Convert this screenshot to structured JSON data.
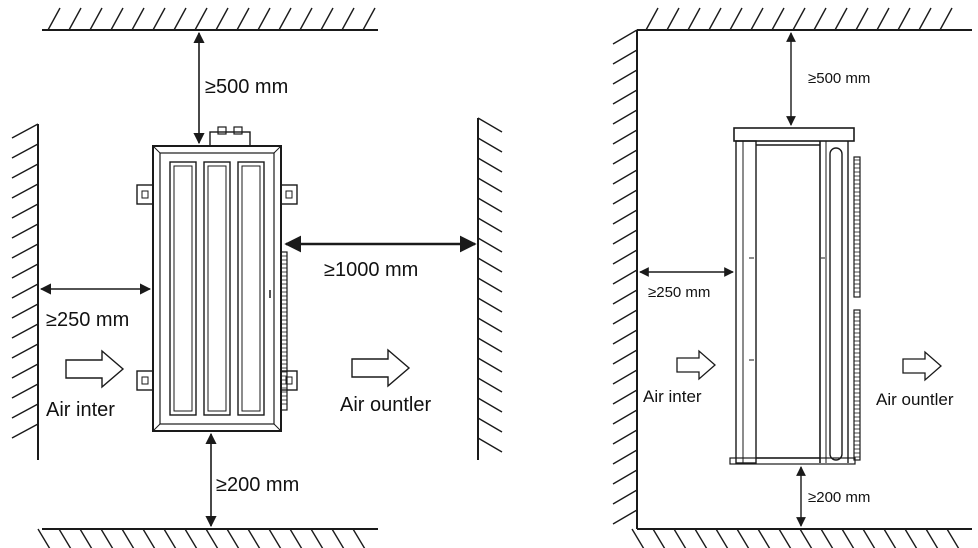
{
  "left_view": {
    "top_clearance": "≥500 mm",
    "side_clearance": "≥1000 mm",
    "inlet_clearance": "≥250 mm",
    "bottom_clearance": "≥200 mm",
    "air_inlet": "Air inter",
    "air_outlet": "Air ountler"
  },
  "right_view": {
    "top_clearance": "≥500 mm",
    "inlet_clearance": "≥250 mm",
    "bottom_clearance": "≥200 mm",
    "air_inlet": "Air inter",
    "air_outlet": "Air ountler"
  }
}
